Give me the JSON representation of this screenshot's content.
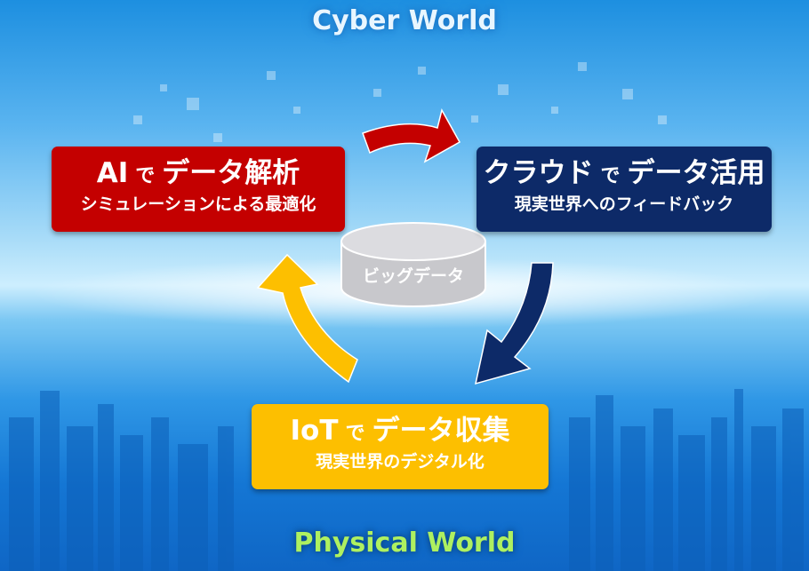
{
  "titles": {
    "cyber": "Cyber World",
    "physical": "Physical World"
  },
  "ai_box": {
    "main": "AI",
    "particle": "で",
    "action": "データ解析",
    "sub": "シミュレーションによる最適化"
  },
  "cloud_box": {
    "main": "クラウド",
    "particle": "で",
    "action": "データ活用",
    "sub": "現実世界へのフィードバック"
  },
  "iot_box": {
    "main": "IoT",
    "particle": "で",
    "action": "データ収集",
    "sub": "現実世界のデジタル化"
  },
  "database": {
    "label": "ビッグデータ"
  },
  "colors": {
    "ai": "#c40000",
    "cloud": "#0d2a68",
    "iot": "#fdbf00",
    "cyber_text": "#e8f6ff",
    "physical_text": "#aef060"
  }
}
